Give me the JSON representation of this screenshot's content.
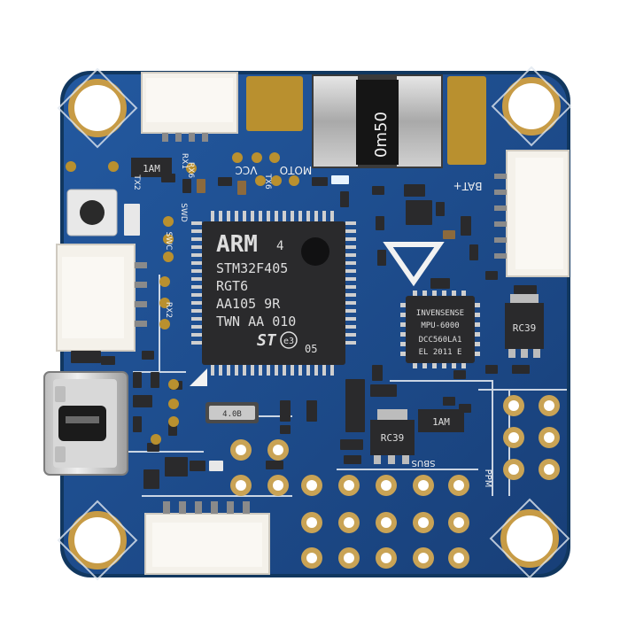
{
  "board": {
    "colors": {
      "pcb": "#1d4f8f",
      "pcb_edge": "#11375f",
      "gold": "#c79b45",
      "silk": "#f2f2f2",
      "chip": "#2a2a2c",
      "connector": "#f4f1ea"
    },
    "mcu": {
      "logo": "ARM",
      "digit": "4",
      "line1": "STM32F405",
      "line2": "RGT6",
      "line3": "AA105 9R",
      "line4": "TWN AA 010",
      "st_logo": "ST",
      "e3": "e3",
      "date": "05"
    },
    "imu": {
      "line1": "INVENSENSE",
      "line2": "MPU-6000",
      "line3": "DCC560LA1",
      "line4": "EL 2011 E"
    },
    "shunt_label": "0m50",
    "crystal_label": "4.0B",
    "regulator1": "RC39",
    "regulator2": "RC39",
    "inductor1": "1AM",
    "inductor2": "1AM",
    "silk": {
      "moto": "MOTO",
      "vcc": "VCC",
      "bat": "BAT+",
      "rx6": "RX6",
      "tx6": "TX6",
      "swd": "SWD",
      "swc": "SWC",
      "rx2": "RX2",
      "tx2": "TX2",
      "rx1": "RX1",
      "sbus": "SBUS",
      "ppm": "PPM"
    }
  }
}
